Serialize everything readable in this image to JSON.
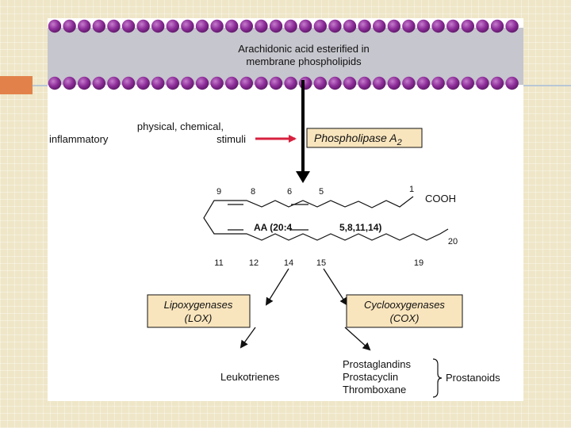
{
  "membrane": {
    "label_line1": "Arachidonic acid esterified in",
    "label_line2": "membrane phospholipids"
  },
  "stimuli": {
    "line1": "physical, chemical,",
    "line2_left": "inflammatory",
    "line2_right": "stimuli"
  },
  "enzyme_pla2": {
    "name": "Phospholipase A",
    "subscript": "2"
  },
  "arachidonic_acid": {
    "label": "AA (20:4",
    "double_bonds": "5,8,11,14)",
    "carboxyl": "COOH",
    "carbon_numbers": [
      "9",
      "8",
      "6",
      "5",
      "1",
      "11",
      "12",
      "14",
      "15",
      "19",
      "20"
    ]
  },
  "lox": {
    "line1": "Lipoxygenases",
    "line2": "(LOX)",
    "product": "Leukotrienes"
  },
  "cox": {
    "line1": "Cyclooxygenases",
    "line2": "(COX)",
    "products": [
      "Prostaglandins",
      "Prostacyclin",
      "Thromboxane"
    ],
    "group_label": "Prostanoids"
  },
  "colors": {
    "phospholipid_head": "#8e2e9a",
    "membrane_band": "#c6c6ce",
    "enzyme_box_fill": "#f9e5bd",
    "stimulus_arrow": "#d8213f",
    "slide_accent": "#e2824a"
  }
}
